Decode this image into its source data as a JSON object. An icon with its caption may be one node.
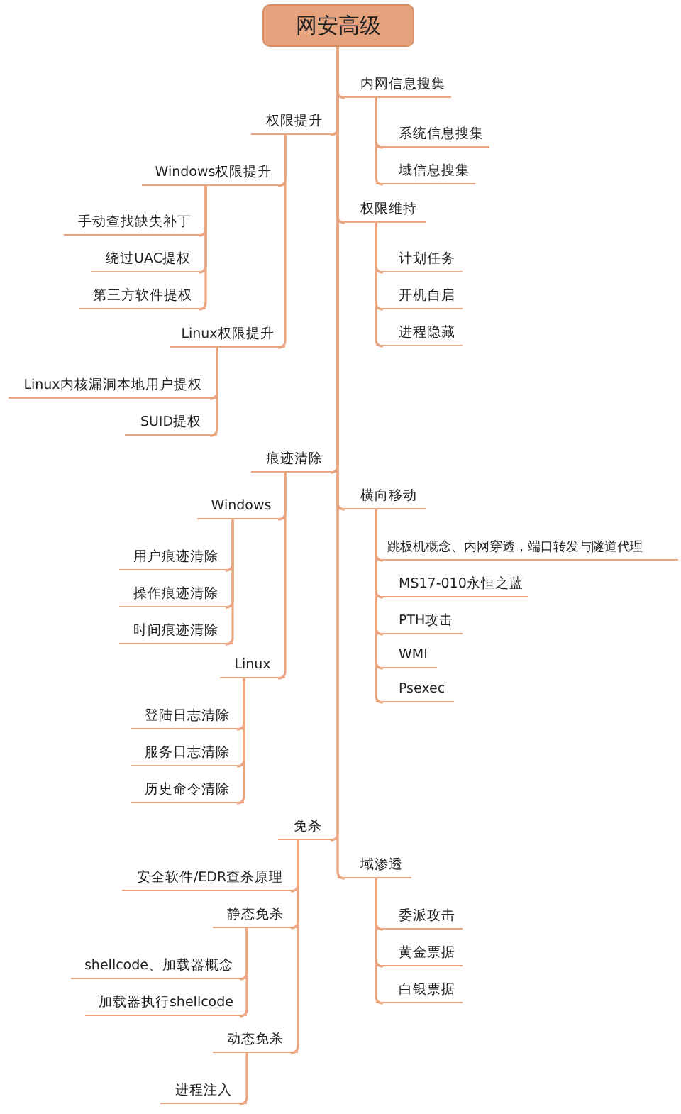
{
  "diagram": {
    "nodes": [
      {
        "text": [
          "网安高级"
        ]
      },
      {
        "text": [
          "内网信息搜集"
        ]
      },
      {
        "text": [
          "系统信息搜集"
        ]
      },
      {
        "text": [
          "域信息搜集"
        ]
      },
      {
        "text": [
          "权限提升"
        ]
      },
      {
        "text": [
          "Windows权限提升"
        ]
      },
      {
        "text": [
          "手动查找缺失补丁"
        ]
      },
      {
        "text": [
          "绕过UAC提权"
        ]
      },
      {
        "text": [
          "第三方软件提权"
        ]
      },
      {
        "text": [
          "Linux权限提升"
        ]
      },
      {
        "text": [
          "Linux内核漏洞本地用户提权"
        ]
      },
      {
        "text": [
          "SUID提权"
        ]
      },
      {
        "text": [
          "权限维持"
        ]
      },
      {
        "text": [
          "计划任务"
        ]
      },
      {
        "text": [
          "开机自启"
        ]
      },
      {
        "text": [
          "进程隐藏"
        ]
      },
      {
        "text": [
          "痕迹清除"
        ]
      },
      {
        "text": [
          "Windows"
        ]
      },
      {
        "text": [
          "用户痕迹清除"
        ]
      },
      {
        "text": [
          "操作痕迹清除"
        ]
      },
      {
        "text": [
          "时间痕迹清除"
        ]
      },
      {
        "text": [
          "Linux"
        ]
      },
      {
        "text": [
          "登陆日志清除"
        ]
      },
      {
        "text": [
          "服务日志清除"
        ]
      },
      {
        "text": [
          "历史命令清除"
        ]
      },
      {
        "text": [
          "横向移动"
        ]
      },
      {
        "text": [
          "跳板机概念、内网穿透，端口转发与隧道代理"
        ]
      },
      {
        "text": [
          "MS17-010永恒之蓝"
        ]
      },
      {
        "text": [
          "PTH攻击"
        ]
      },
      {
        "text": [
          "WMI"
        ]
      },
      {
        "text": [
          "Psexec"
        ]
      },
      {
        "text": [
          "免杀"
        ]
      },
      {
        "text": [
          "安全软件/EDR查杀原理"
        ]
      },
      {
        "text": [
          "静态免杀"
        ]
      },
      {
        "text": [
          "shellcode、加载器概念"
        ]
      },
      {
        "text": [
          "加载器执行shellcode"
        ]
      },
      {
        "text": [
          "动态免杀"
        ]
      },
      {
        "text": [
          "进程注入"
        ]
      },
      {
        "text": [
          "域渗透"
        ]
      },
      {
        "text": [
          "委派攻击"
        ]
      },
      {
        "text": [
          "黄金票据"
        ]
      },
      {
        "text": [
          "白银票据"
        ]
      }
    ],
    "edges": [
      {
        "from": 0,
        "to": 1,
        "arrow": "none"
      },
      {
        "from": 1,
        "to": 2,
        "arrow": "none"
      },
      {
        "from": 1,
        "to": 3,
        "arrow": "none"
      },
      {
        "from": 0,
        "to": 4,
        "arrow": "none"
      },
      {
        "from": 4,
        "to": 5,
        "arrow": "none"
      },
      {
        "from": 5,
        "to": 6,
        "arrow": "none"
      },
      {
        "from": 5,
        "to": 7,
        "arrow": "none"
      },
      {
        "from": 5,
        "to": 8,
        "arrow": "none"
      },
      {
        "from": 4,
        "to": 9,
        "arrow": "none"
      },
      {
        "from": 9,
        "to": 10,
        "arrow": "none"
      },
      {
        "from": 9,
        "to": 11,
        "arrow": "none"
      },
      {
        "from": 0,
        "to": 12,
        "arrow": "none"
      },
      {
        "from": 12,
        "to": 13,
        "arrow": "none"
      },
      {
        "from": 12,
        "to": 14,
        "arrow": "none"
      },
      {
        "from": 12,
        "to": 15,
        "arrow": "none"
      },
      {
        "from": 0,
        "to": 16,
        "arrow": "none"
      },
      {
        "from": 16,
        "to": 17,
        "arrow": "none"
      },
      {
        "from": 17,
        "to": 18,
        "arrow": "none"
      },
      {
        "from": 17,
        "to": 19,
        "arrow": "none"
      },
      {
        "from": 17,
        "to": 20,
        "arrow": "none"
      },
      {
        "from": 16,
        "to": 21,
        "arrow": "none"
      },
      {
        "from": 21,
        "to": 22,
        "arrow": "none"
      },
      {
        "from": 21,
        "to": 23,
        "arrow": "none"
      },
      {
        "from": 21,
        "to": 24,
        "arrow": "none"
      },
      {
        "from": 0,
        "to": 25,
        "arrow": "none"
      },
      {
        "from": 25,
        "to": 26,
        "arrow": "none"
      },
      {
        "from": 25,
        "to": 27,
        "arrow": "none"
      },
      {
        "from": 25,
        "to": 28,
        "arrow": "none"
      },
      {
        "from": 25,
        "to": 29,
        "arrow": "none"
      },
      {
        "from": 25,
        "to": 30,
        "arrow": "none"
      },
      {
        "from": 0,
        "to": 31,
        "arrow": "none"
      },
      {
        "from": 31,
        "to": 32,
        "arrow": "none"
      },
      {
        "from": 31,
        "to": 33,
        "arrow": "none"
      },
      {
        "from": 33,
        "to": 34,
        "arrow": "none"
      },
      {
        "from": 33,
        "to": 35,
        "arrow": "none"
      },
      {
        "from": 31,
        "to": 36,
        "arrow": "none"
      },
      {
        "from": 36,
        "to": 37,
        "arrow": "none"
      },
      {
        "from": 0,
        "to": 38,
        "arrow": "none"
      },
      {
        "from": 38,
        "to": 39,
        "arrow": "none"
      },
      {
        "from": 38,
        "to": 40,
        "arrow": "none"
      },
      {
        "from": 38,
        "to": 41,
        "arrow": "none"
      }
    ]
  }
}
